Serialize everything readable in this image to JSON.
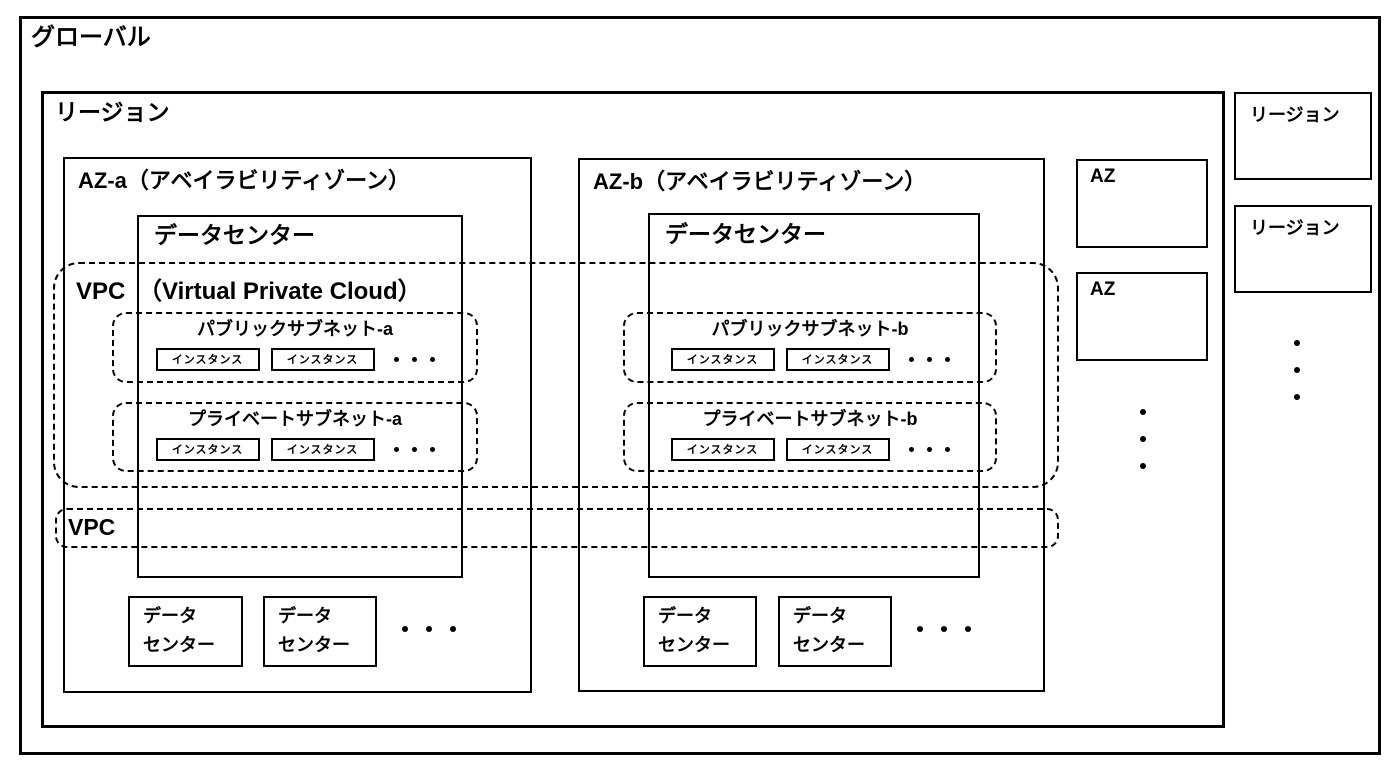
{
  "page": {
    "background": "#ffffff",
    "ink": "#000000"
  },
  "global": {
    "label": "グローバル"
  },
  "region": {
    "label": "リージョン"
  },
  "azs": [
    {
      "heading": "AZ-a（アベイラビリティゾーン）",
      "datacenter": "データセンター",
      "public_subnet": {
        "label": "パブリックサブネット-a",
        "instances": [
          "インスタンス",
          "インスタンス"
        ],
        "ellipsis": "・・・"
      },
      "private_subnet": {
        "label": "プライベートサブネット-a",
        "instances": [
          "インスタンス",
          "インスタンス"
        ],
        "ellipsis": "・・・"
      },
      "extra_datacenters": [
        "データ",
        "センター"
      ],
      "extra_datacenters_ellipsis": "・・・"
    },
    {
      "heading": "AZ-b（アベイラビリティゾーン）",
      "datacenter": "データセンター",
      "public_subnet": {
        "label": "パブリックサブネット-b",
        "instances": [
          "インスタンス",
          "インスタンス"
        ],
        "ellipsis": "・・・"
      },
      "private_subnet": {
        "label": "プライベートサブネット-b",
        "instances": [
          "インスタンス",
          "インスタンス"
        ],
        "ellipsis": "・・・"
      },
      "extra_datacenters": [
        "データ",
        "センター"
      ],
      "extra_datacenters_ellipsis": "・・・"
    }
  ],
  "vpc_main": {
    "label": "VPC",
    "sublabel": "（Virtual Private Cloud）"
  },
  "vpc_secondary": {
    "label": "VPC"
  },
  "other_azs": {
    "labels": [
      "AZ",
      "AZ"
    ],
    "ellipsis": "・・・"
  },
  "other_regions": {
    "labels": [
      "リージョン",
      "リージョン"
    ],
    "ellipsis": "・・・"
  }
}
